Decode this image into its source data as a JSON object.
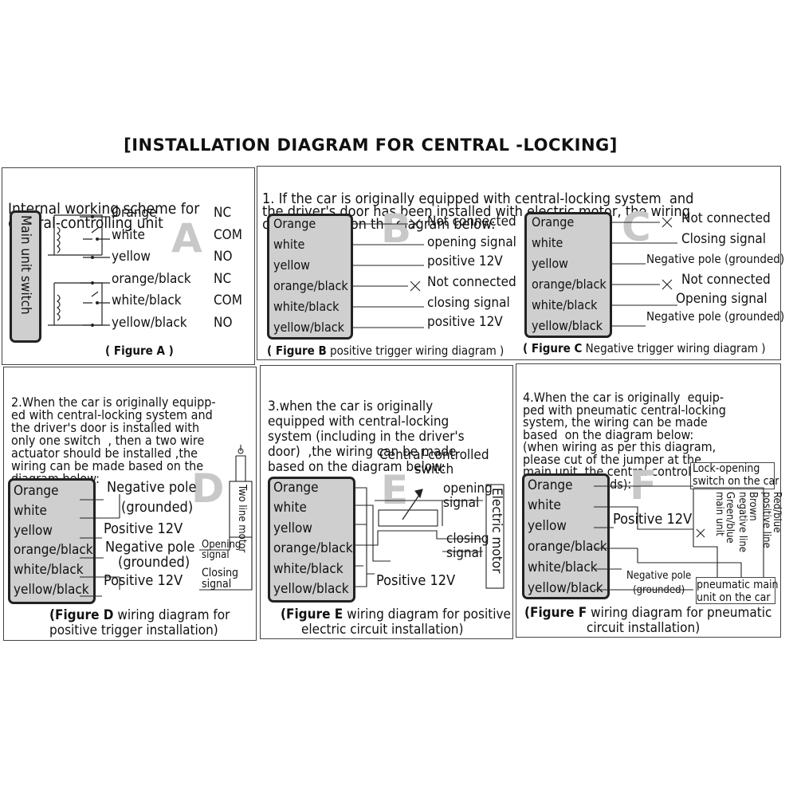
{
  "title": "[INSTALLATION DIAGRAM FOR  CENTRAL -LOCKING]",
  "fig_a": {
    "heading": [
      "Internal working scheme for",
      "central-controlling unit"
    ],
    "main_unit": "Main unit switch",
    "letter": "A",
    "wires": [
      "Orange",
      "white",
      "yellow",
      "orange/black",
      "white/black",
      "yellow/black"
    ],
    "states": [
      "NC",
      "COM",
      "NO",
      "NC",
      "COM",
      "NO"
    ],
    "caption": "( Figure A )"
  },
  "fig_b": {
    "heading": [
      "1. If the car is originally equipped with central-locking system  and",
      "the driver's door has been installed with electric motor, the wiring",
      "can be made on the diagram below:"
    ],
    "letter": "B",
    "wires": [
      "Orange",
      "white",
      "yellow",
      "orange/black",
      "white/black",
      "yellow/black"
    ],
    "signals": [
      "Not connected",
      "opening signal",
      "positive 12V",
      "Not connected",
      "closing signal",
      "positive 12V"
    ],
    "caption_bold": "( Figure B",
    "caption_rest": " positive trigger wiring diagram )"
  },
  "fig_c": {
    "letter": "C",
    "wires": [
      "Orange",
      "white",
      "yellow",
      "orange/black",
      "white/black",
      "yellow/black"
    ],
    "signals": [
      "Not connected",
      "Closing signal",
      "Negative pole (grounded)",
      "Not connected",
      "Opening signal",
      "Negative pole (grounded)"
    ],
    "caption_bold": "( Figure C",
    "caption_rest": " Negative  trigger wiring diagram )"
  },
  "fig_d": {
    "heading": [
      "2.When the car is originally equipp-",
      "ed with central-locking system and",
      "the driver's door is installed with",
      "only one switch  , then a two wire",
      "actuator should be installed ,the",
      "wiring can be made based on the",
      "diagram below:"
    ],
    "letter": "D",
    "wires": [
      "Orange",
      "white",
      "yellow",
      "orange/black",
      "white/black",
      "yellow/black"
    ],
    "labels": [
      "Negative pole",
      "(grounded)",
      "Positive 12V",
      "Negative pole",
      "(grounded)",
      "Positive 12V"
    ],
    "motor": "Two line motor",
    "opening": [
      "Opening",
      "signal"
    ],
    "closing": [
      "Closing",
      "signal"
    ],
    "caption_bold": "(Figure D",
    "caption_rest": " wiring diagram for",
    "caption_line2": "positive trigger installation)"
  },
  "fig_e": {
    "heading": [
      "3.when the car is originally",
      "equipped with central-locking",
      "system (including in the driver's",
      "door)  ,the wiring can be made",
      "based on the diagram below:"
    ],
    "letter": "E",
    "switch_label": [
      "Central-controlled",
      "switch"
    ],
    "wires": [
      "Orange",
      "white",
      "yellow",
      "orange/black",
      "white/black",
      "yellow/black"
    ],
    "opening": [
      "opening",
      "signal"
    ],
    "closing": [
      "closing",
      "signal"
    ],
    "motor": "Electric motor",
    "positive": "Positive 12V",
    "caption_bold": "(Figure E",
    "caption_rest": " wiring diagram for  positive",
    "caption_line2": "electric circuit  installation)"
  },
  "fig_f": {
    "heading": [
      "4.When the car is originally  equip-",
      "ped with pneumatic central-locking",
      "system, the wiring can be made",
      "based  on the diagram below:",
      "(when wiring as per this diagram,",
      "please cut of the jumper at the",
      "main unit .the central-controlling",
      "time is 4 seconds):"
    ],
    "letter": "F",
    "wires": [
      "Orange",
      "white",
      "yellow",
      "orange/black",
      "white/black",
      "yellow/black"
    ],
    "positive": "Positive 12V",
    "negative": [
      "Negative pole",
      "(grounded)"
    ],
    "lock_switch": [
      "Lock-opening",
      "switch on the car"
    ],
    "green_blue": [
      "Green/blue",
      "main unit"
    ],
    "brown": [
      "Brown",
      "negative line"
    ],
    "red_blue": [
      "Red/blue",
      "positive line"
    ],
    "pneumatic": [
      "pneumatic main",
      "unit on the car"
    ],
    "caption_bold": "(Figure F",
    "caption_rest": " wiring diagram for  pneumatic",
    "caption_line2": "circuit  installation)"
  }
}
